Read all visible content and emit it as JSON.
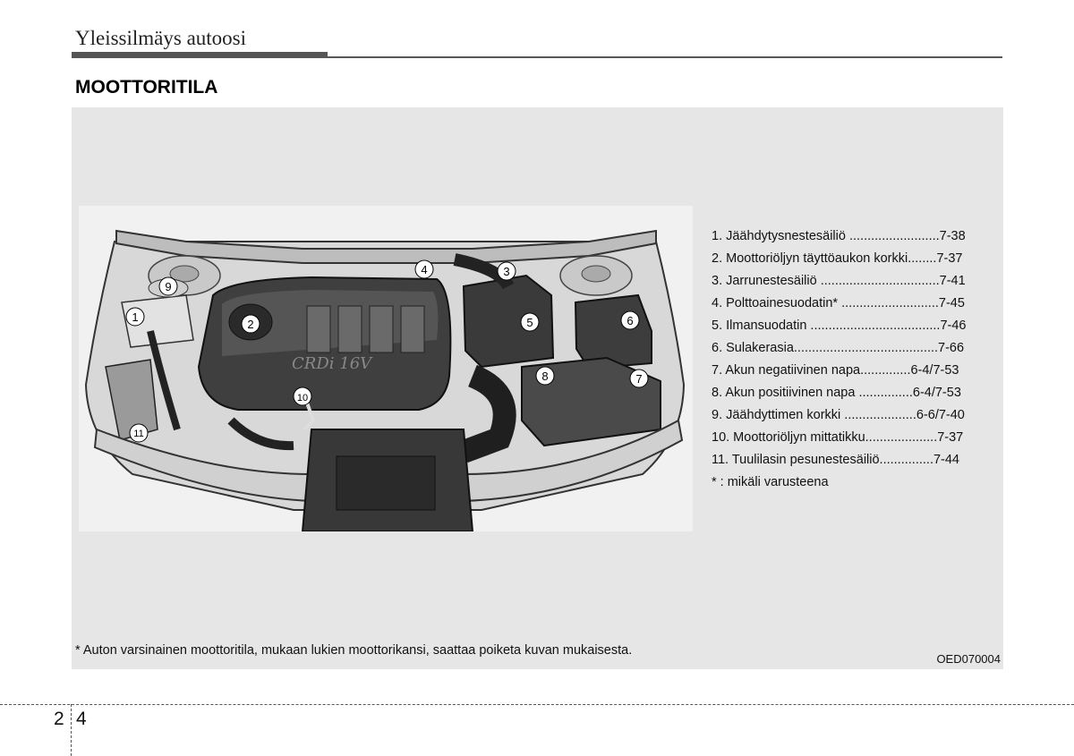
{
  "header": {
    "title": "Yleissilmäys autoosi"
  },
  "section": {
    "heading": "MOOTTORITILA"
  },
  "illustration": {
    "callouts": [
      "1",
      "2",
      "3",
      "4",
      "5",
      "6",
      "7",
      "8",
      "9",
      "10",
      "11"
    ],
    "engine_cover_text": "CRDi 16V"
  },
  "legend": [
    "1. Jäähdytysnestesäiliö .........................7-38",
    "2. Moottoriöljyn täyttöaukon korkki........7-37",
    "3. Jarrunestesäiliö .................................7-41",
    "4. Polttoainesuodatin* ...........................7-45",
    "5. Ilmansuodatin ....................................7-46",
    "6. Sulakerasia........................................7-66",
    "7. Akun negatiivinen napa..............6-4/7-53",
    "8. Akun positiivinen napa ...............6-4/7-53",
    "9. Jäähdyttimen korkki ....................6-6/7-40",
    "10. Moottoriöljyn mittatikku....................7-37",
    "11. Tuulilasin pesunestesäiliö...............7-44",
    "* : mikäli varusteena"
  ],
  "footnote": "* Auton varsinainen moottoritila, mukaan lukien moottorikansi, saattaa poiketa kuvan mukaisesta.",
  "image_code": "OED070004",
  "page": {
    "chapter": "2",
    "number": "4"
  }
}
